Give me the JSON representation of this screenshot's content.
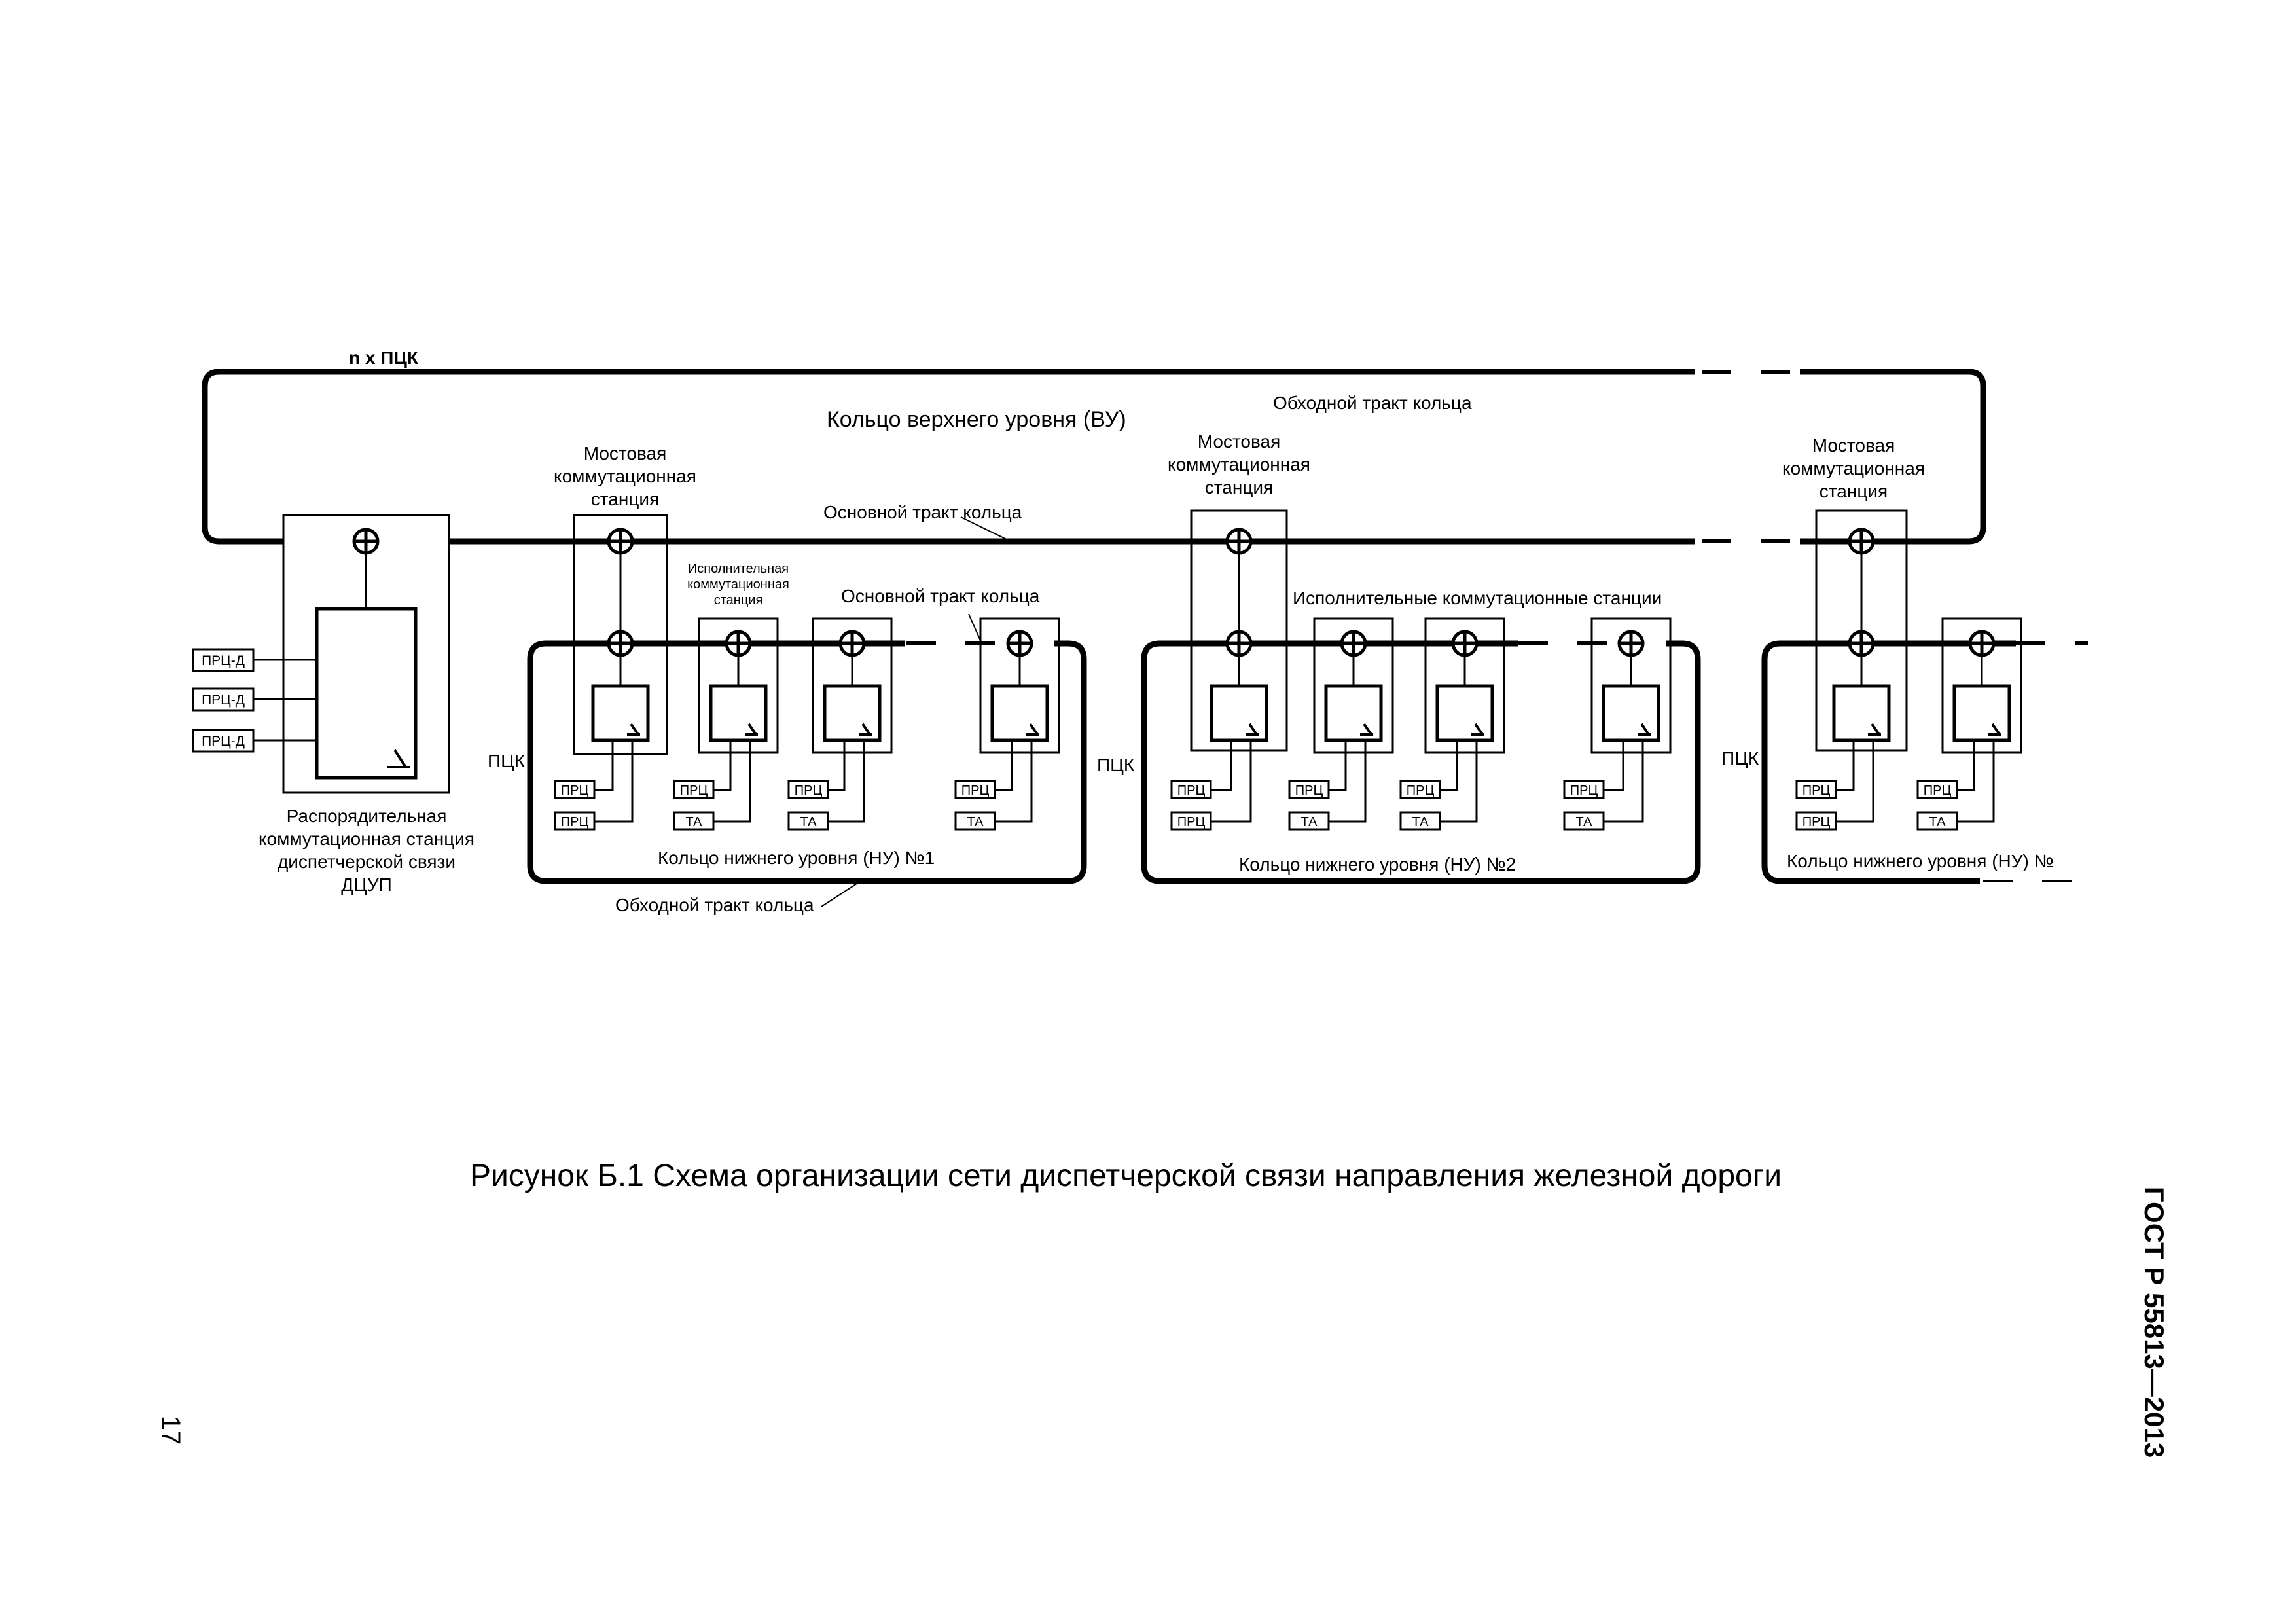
{
  "diagram": {
    "n_pck": "n x ПЦК",
    "top_ring_title": "Кольцо верхнего уровня (ВУ)",
    "bypass_top": "Обходной тракт кольца",
    "main_top": "Основной тракт кольца",
    "main_lower1": "Основной тракт кольца",
    "bypass_lower1": "Обходной тракт кольца",
    "bridge_1": [
      "Мостовая",
      "коммутационная",
      "станция"
    ],
    "bridge_2": [
      "Мостовая",
      "коммутационная",
      "станция"
    ],
    "bridge_3": [
      "Мостовая",
      "коммутационная",
      "станция"
    ],
    "exec_single": [
      "Исполнительная",
      "коммутационная",
      "станция"
    ],
    "exec_plural": "Исполнительные коммутационные станции",
    "dispatch_station": [
      "Распорядительная",
      "коммутационная станция",
      "диспетчерской связи",
      "ДЦУП"
    ],
    "prc_d": "ПРЦ-Д",
    "prc": "ПРЦ",
    "ta": "ТА",
    "pck": "ПЦК",
    "lower_ring_1": "Кольцо нижнего уровня (НУ) №1",
    "lower_ring_2": "Кольцо нижнего уровня (НУ) №2",
    "lower_ring_3": "Кольцо нижнего уровня (НУ) №"
  },
  "caption": "Рисунок Б.1 Схема организации сети диспетчерской связи направления железной дороги",
  "doc_id": "ГОСТ Р 55813—2013",
  "page_number": "17"
}
